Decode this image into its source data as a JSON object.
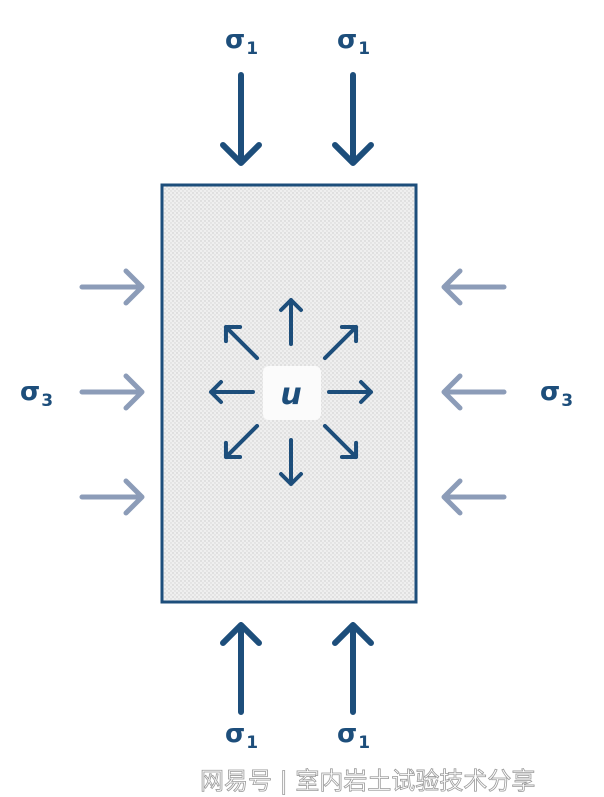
{
  "diagram": {
    "title_labels": {
      "sigma1_symbol": "σ",
      "sigma1_subscript": "1",
      "sigma3_symbol": "σ",
      "sigma3_subscript": "3",
      "pore_pressure": "u"
    },
    "watermark": "网易号 | 室内岩土试验技术分享",
    "colors": {
      "dark_arrow": "#1d4e7b",
      "light_arrow": "#8c9cb8",
      "specimen_fill": "#ececec",
      "specimen_border": "#1d4e7b"
    }
  }
}
